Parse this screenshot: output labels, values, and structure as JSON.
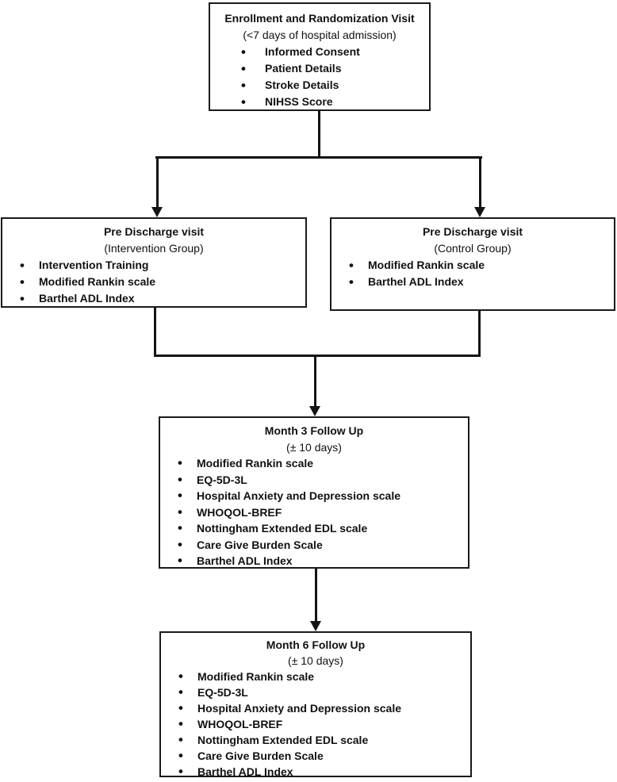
{
  "figure": {
    "colors": {
      "background": "#ffffff",
      "border": "#1a1a1a",
      "line": "#141414",
      "text": "#111111"
    },
    "boxes": {
      "enrollment": {
        "title": "Enrollment and Randomization Visit",
        "subtitle": "(<7 days of hospital admission)",
        "bullets": [
          "Informed Consent",
          "Patient Details",
          "Stroke Details",
          "NIHSS Score"
        ]
      },
      "pre_discharge_intervention": {
        "title": "Pre Discharge visit",
        "subtitle": "(Intervention Group)",
        "bullets": [
          "Intervention Training",
          "Modified Rankin scale",
          "Barthel ADL Index"
        ]
      },
      "pre_discharge_control": {
        "title": "Pre Discharge visit",
        "subtitle": "(Control Group)",
        "bullets": [
          "Modified Rankin scale",
          "Barthel ADL Index"
        ]
      },
      "month3_followup": {
        "title": "Month 3 Follow Up",
        "subtitle": "(± 10 days)",
        "bullets": [
          "Modified Rankin scale",
          "EQ-5D-3L",
          "Hospital Anxiety and Depression scale",
          "WHOQOL-BREF",
          "Nottingham Extended EDL scale",
          "Care Give Burden Scale",
          "Barthel ADL Index"
        ]
      },
      "month6_followup": {
        "title": "Month 6 Follow Up",
        "subtitle": "(± 10 days)",
        "bullets": [
          "Modified Rankin scale",
          "EQ-5D-3L",
          "Hospital Anxiety and Depression scale",
          "WHOQOL-BREF",
          "Nottingham Extended EDL scale",
          "Care Give Burden Scale",
          "Barthel ADL Index"
        ]
      }
    }
  }
}
